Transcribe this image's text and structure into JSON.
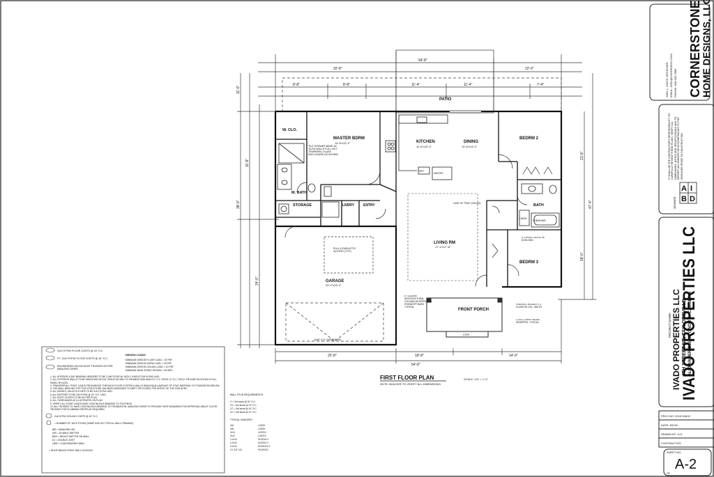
{
  "plan": {
    "title": "FIRST FLOOR PLAN",
    "note": "NOTE: BUILDER TO VERIFY ALL DIMENSIONS",
    "scale": "SCALE: 1/4\" = 1'-0\"",
    "overall_width": "54'-8\"",
    "dims_top_outer": [
      "32'-8\"",
      "22'-0\""
    ],
    "dims_top_inner": [
      "8'-8\"",
      "8'-8\"",
      "11'-4\"",
      "11'-4\"",
      "7'-4\""
    ],
    "dims_bottom": [
      "22'-8\"",
      "18'-8\"",
      "14'-0\""
    ],
    "dims_left": [
      "11'-0\"",
      "11'-8\"",
      "38'-0\"",
      "24'-0\""
    ],
    "dims_right": [
      "47'-4\"",
      "21'-8\"",
      "18'-0\""
    ],
    "patio": "PATIO",
    "front_porch": "FRONT PORCH"
  },
  "rooms": {
    "wic": "W. CLO.",
    "master_bedroom": "MASTER BDRM",
    "master_dims": "14'-8\"x13'-2\"",
    "master_bath": "M. BATH",
    "storage": "STORAGE",
    "laundry": "LNDRY",
    "entry": "ENTRY",
    "kitchen": "KITCHEN",
    "kitchen_dims": "11'-8\"x13'-2\"",
    "dining": "DINING",
    "dining_dims": "10'-8\"x13'-2\"",
    "living": "LIVING RM",
    "living_dims": "17'-4\"x17'-8\"",
    "garage": "GARAGE",
    "garage_dims": "22'-0\"x23'-4\"",
    "bedroom2": "BEDRM 2",
    "bedroom3": "BEDRM 3",
    "bath": "BATH",
    "ref": "REF",
    "pantry": "PANTRY",
    "linen": "LINEN"
  },
  "annotations": {
    "shower": "TILE SHOWER BASE W/ TILED WALLS FULL HGT. TEMPERED GLASS ENCLOSURE AS SHOWN",
    "tray": "LINE OF TRAY CEILING",
    "attic": "PULL-DOWN ATTIC ACCESS (TYP.)",
    "column": "8\" SQUARE ARCHITECTURAL COLUMN W/ APPROVED STANDOFF BASE TYPICAL",
    "header": "FINISHED HEADER TO FLUSH W/ COL. WIDTH",
    "beam": "3-2x12 CARRY BEAM WRAPPED, TYPICAL",
    "niche": "STORAGE NICHE W/ SHELVING",
    "garage_door": "16'x8' O.H. GARAGE DR.",
    "step": "STEP",
    "tub": "TUB/SHWR"
  },
  "legend": {
    "symbols": [
      "2x10 SYP#2 FLOOR JOISTS @ 16\" O.C.",
      "P.T. 2x10 SYP#2 FLOOR JOISTS @ 16\" O.C.",
      "ENGINEERED WOOD ROOF TRUSSES AS PER MANUFACTURER"
    ],
    "design_loads_title": "DESIGN LOADS",
    "design_loads": [
      "MINIMUM DESIGN FLOOR LOAD = 40 PSF",
      "MINIMUM DESIGN SNOW LOAD = 15 PSF",
      "MINIMUM DESIGN CEILING LOAD = 10 PSF",
      "MINIMUM WIND SPEED DESIGN = 90 MPH"
    ],
    "notes": [
      "1. ALL INTERIOR LOAD BEARING HEADERS TO BE 2-2x8 SYP#2 W/ JACK 1 KING AT EACH END UNO.",
      "2. ALL EXTERIOR WALLS TO BE SHEATHED W/7/16\" OSB ATTACHED TO FRAMING W/8d NAILS 6\" O.C. EDGE 12\" O.C. FIELD. PROVIDE BLOCKING AT ALL PANEL SPLICES.",
      "3. TRANSFER ALL POINT LOADS FROM ABOVE THROUGH FLOOR SYSTEM & WALLS W/AN EQUAL AMOUNT OF STUD MATERIAL TO FOUNDATION BELOW.",
      "4. THE WALL BRACING FOR THIS STRUCTURE HAS BEEN DESIGNED TO MEET OR EXCEED THE INTENT OF THE 2018 NCRC.",
      "5. ALL RIDGES, VALLEYS & HIPS TO BE 2x10 SYP#2 UNO.",
      "6. ALL RAFTERS TO BE 2x8 SYP#2 @ 16\" O.C. UNO.",
      "7. ALL ROOF SLOPES TO BE AS PER PLAN.",
      "8. ALL OVERHANGS AS ILLUSTRATED ON PLAN.",
      "9. VERIFY ALL POINT LOADS HAVE CONTINUOUS BEARING TO FOOTINGS.",
      "10. ALL TRUSSES TO HAVE CONTINUOUS BEARING TO FOUNDATION. MANUFACTURER TO PROVIDE SHOP DRAWINGS FOR APPROVAL ABOUT FLOOR TRUSSES FOR PLUMBING DROPS AS REQUIRED."
    ],
    "ceiling_joists": "2x6 SYP#2 CEILING JOISTS @ 16\" O.C.",
    "jack_studs": "= NUMBER OF JACK STUDS (SAME SIZE AS TYPICAL WALL FRAMING)",
    "abbr": [
      "B/B = BEAM BELOW",
      "D/R = DOUBLE RAFTER",
      "B&G = BRACE RAFTER ON WALL",
      "DJ = DOUBLE JOIST",
      "LBW = LOAD BEARING WALL"
    ],
    "roof_point": "= ROOF BRACE POINT AND LOCATION"
  },
  "lintel": {
    "title": "WALL STUD REQUIREMENTS",
    "rows": [
      "4' = 2x4 studs @ 16\" O.C.",
      "10' = 2x4 studs @ 12\" O.C.",
      "12' = 2x6 studs @ 16\" O.C.",
      "14' = 2x6 studs @ 12\" O.C."
    ],
    "hangers_title": "TYPICAL HANGERS",
    "members": [
      "2x6",
      "2x8",
      "2x10",
      "2x12",
      "2-2x10",
      "2-2x12",
      "3-2x12",
      "3-1 3/4\" LVL"
    ],
    "hangers": [
      "LUS26",
      "LUS28",
      "LUS210",
      "LUS210",
      "HUS210-2",
      "HUS212-2",
      "HGUS212-3",
      "HGUS410"
    ]
  },
  "title_block": {
    "company_line1": "CORNERSTONE",
    "company_line2": "HOME DESIGNS, LLC.",
    "contact1": "JOEL L. DAVIS, DESIGNER",
    "contact2": "EMAIL: JOEL@CHDDESIGN.COM",
    "contact3": "PHONE: 828-635-7889",
    "disclaimer": "IT SHALL BE THE CONTRACTOR'S RESPONSIBILITY TO CAREFULLY REVIEW THESE PLANS, VERIFY ALL DIMENSIONS, NOTES AND SPECIFICATIONS AND TO REPORT ANY ERRORS OR DISCREPANCIES TO THE DESIGNER PRIOR TO CONSTRUCTION.",
    "member": "MEMBER",
    "aibd_a": "A",
    "aibd_i": "I",
    "aibd_b": "B",
    "aibd_d": "D",
    "owner": "IVADO PROPERTIES LLC",
    "project_name_label": "PROJECT NAME:",
    "project_name": "IVADO PROPERTIES LLC",
    "address1": "4TH STREET NE, TAYLORSVILLE",
    "address2": "ALEXANDER COUNTY, NORTH CAROLINA",
    "proj_no": "PROJ NO: 2018 IVADO",
    "date": "DATE: 8/2/18",
    "drawn_by": "DRAWN BY: JLD",
    "contractor": "CONTRACTOR:",
    "sheet_no_label": "SHEET NO.",
    "sheet_no": "A-2",
    "of": "OF"
  }
}
